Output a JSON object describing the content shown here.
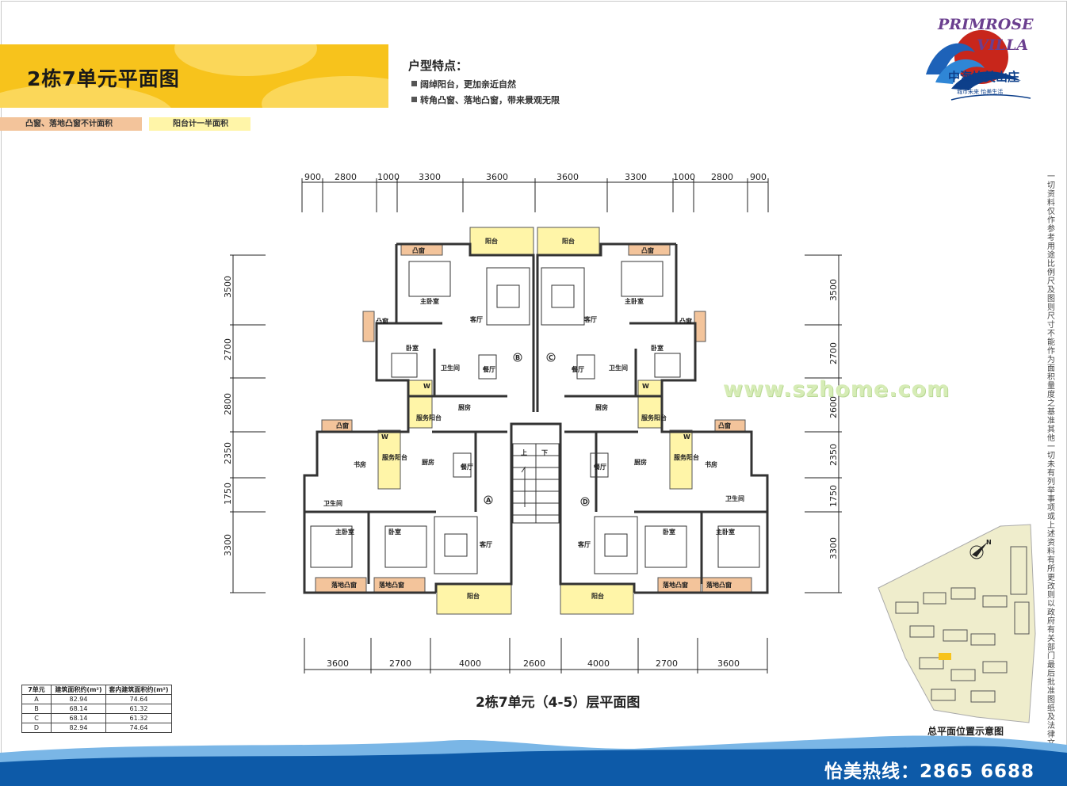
{
  "header": {
    "title": "2栋7单元平面图",
    "features_title": "户型特点：",
    "features": [
      "阔绰阳台，更加亲近自然",
      "转角凸窗、落地凸窗，带来景观无限"
    ],
    "legend": [
      "凸窗、落地凸窗不计面积",
      "阳台计一半面积"
    ]
  },
  "logo": {
    "en_line1": "PRIMROSE",
    "en_line2": "VILLA",
    "cn": "中海怡美山庄",
    "slogan": "城市未来  怡美生活"
  },
  "disclaimer": "一切资料仅作参考用途 比例尺及图则尺寸不能作为面积量度之基准 其他一切未有列举事项或上述资料有所更改 则以政府有关部门最后批准图纸及法律文件为准",
  "plan": {
    "caption": "2栋7单元（4-5）层平面图",
    "top_dims": [
      "900",
      "2800",
      "1000",
      "3300",
      "3600",
      "3600",
      "3300",
      "1000",
      "2800",
      "900"
    ],
    "bottom_dims": [
      "3600",
      "2700",
      "4000",
      "2600",
      "4000",
      "2700",
      "3600"
    ],
    "left_dims": [
      "3500",
      "2700",
      "2800",
      "2350",
      "1750",
      "3300"
    ],
    "right_dims": [
      "3500",
      "2700",
      "2600",
      "2350",
      "1750",
      "3300"
    ],
    "rooms": {
      "balcony": "阳台",
      "bay": "凸窗",
      "master": "主卧室",
      "living": "客厅",
      "bedroom": "卧室",
      "dining": "餐厅",
      "bath": "卫生间",
      "kitchen": "厨房",
      "service": "服务阳台",
      "study": "书房",
      "floor_bay": "落地凸窗",
      "up": "上",
      "down": "下",
      "washer": "W",
      "unitA": "A",
      "unitB": "B",
      "unitC": "C",
      "unitD": "D"
    }
  },
  "watermark": "www.szhome.com",
  "area_table": {
    "headers": [
      "7单元",
      "建筑面积约(m²)",
      "套内建筑面积约(m²)"
    ],
    "rows": [
      [
        "A",
        "82.94",
        "74.64"
      ],
      [
        "B",
        "68.14",
        "61.32"
      ],
      [
        "C",
        "68.14",
        "61.32"
      ],
      [
        "D",
        "82.94",
        "74.64"
      ]
    ]
  },
  "site_plan": {
    "caption": "总平面位置示意图",
    "compass": "N"
  },
  "hotline": "怡美热线：2865 6688",
  "colors": {
    "brand_yellow": "#f7c31c",
    "balcony_fill": "#fff5a8",
    "bay_fill": "#f3c49b",
    "blue": "#0d5aa8"
  }
}
